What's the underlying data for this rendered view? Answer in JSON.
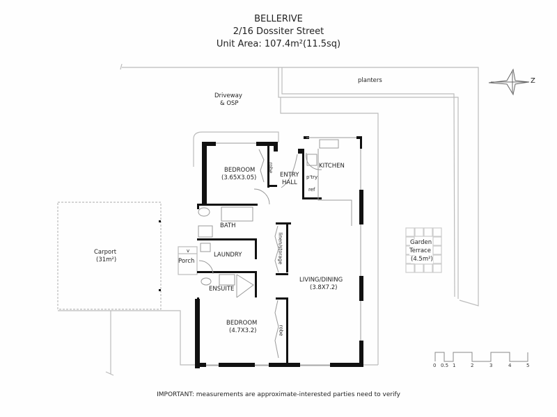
{
  "header": {
    "suburb": "BELLERIVE",
    "address": "2/16 Dossiter Street",
    "unit_area": "Unit Area: 107.4m²(11.5sq)"
  },
  "compass": {
    "label": "Z"
  },
  "areas": {
    "driveway": "Driveway",
    "driveway2": "& OSP",
    "planters": "planters",
    "carport": "Carport",
    "carport_area": "(31m²)",
    "garden": "Garden",
    "garden2": "Terrace",
    "garden_area": "(4.5m²)"
  },
  "rooms": {
    "bedroom1": "BEDROOM",
    "bedroom1_dim": "(3.65X3.05)",
    "robe1": "robe",
    "entry": "ENTRY",
    "entry2": "HALL",
    "kitchen": "KITCHEN",
    "pantry": "p'try",
    "ref": "ref",
    "bath": "BATH",
    "laundry": "LAUNDRY",
    "porch": "Porch",
    "porch_mark": "v",
    "linen": "linen/storage",
    "ensuite": "ENSUITE",
    "living": "LIVING/DINING",
    "living_dim": "(3.8X7.2)",
    "bedroom2": "BEDROOM",
    "bedroom2_dim": "(4.7X3.2)",
    "robe2": "robe"
  },
  "scale_bar": {
    "ticks": [
      "0",
      "0.5",
      "1",
      "2",
      "3",
      "4",
      "5"
    ]
  },
  "footer": {
    "note": "IMPORTANT: measurements are approximate-interested parties need to verify"
  }
}
